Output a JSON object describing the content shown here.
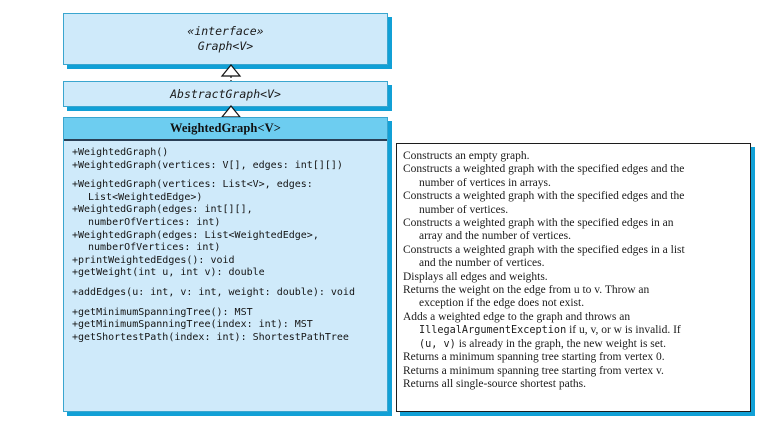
{
  "diagram": {
    "title": "WeightedGraph UML class diagram",
    "colors": {
      "box_fill": "#cfeafa",
      "header_fill": "#6dcdf0",
      "shadow": "#11a0d6",
      "box_border": "#3aa6cf",
      "panel_border": "#1c1c1c",
      "text": "#141414"
    }
  },
  "interface_box": {
    "stereotype": "«interface»",
    "name": "Graph<V>"
  },
  "abstract_box": {
    "name": "AbstractGraph<V>"
  },
  "class_box": {
    "title": "WeightedGraph<V>",
    "methods": [
      {
        "signature": "+WeightedGraph()",
        "continuation": ""
      },
      {
        "signature": "+WeightedGraph(vertices: V[], edges: int[][])",
        "continuation": ""
      },
      {
        "signature": "+WeightedGraph(vertices: List<V>, edges:",
        "continuation": "List<WeightedEdge>)"
      },
      {
        "signature": "+WeightedGraph(edges: int[][],",
        "continuation": "numberOfVertices: int)"
      },
      {
        "signature": "+WeightedGraph(edges: List<WeightedEdge>,",
        "continuation": "numberOfVertices: int)"
      },
      {
        "signature": "+printWeightedEdges(): void",
        "continuation": ""
      },
      {
        "signature": "+getWeight(int u, int v): double",
        "continuation": ""
      },
      {
        "signature": "+addEdges(u: int, v: int, weight: double): void",
        "continuation": ""
      },
      {
        "signature": "+getMinimumSpanningTree(): MST",
        "continuation": ""
      },
      {
        "signature": "+getMinimumSpanningTree(index: int): MST",
        "continuation": ""
      },
      {
        "signature": "+getShortestPath(index: int): ShortestPathTree",
        "continuation": ""
      }
    ]
  },
  "descriptions": [
    {
      "line1": "Constructs an empty graph.",
      "line2": "",
      "line3": ""
    },
    {
      "line1": "Constructs a weighted graph with the specified edges and the",
      "line2": "number of vertices in arrays.",
      "line3": ""
    },
    {
      "line1": "Constructs a weighted graph with the specified edges and the",
      "line2": "number of vertices.",
      "line3": ""
    },
    {
      "line1": "Constructs a weighted graph with the specified edges in an",
      "line2": "array and the number of vertices.",
      "line3": ""
    },
    {
      "line1": "Constructs a weighted graph with the specified edges in a list",
      "line2": "and the number of vertices.",
      "line3": ""
    },
    {
      "line1": "Displays all edges and weights.",
      "line2": "",
      "line3": ""
    },
    {
      "line1": "Returns the weight on the edge from u to v. Throw an",
      "line2": "exception if the edge does not exist.",
      "line3": ""
    },
    {
      "line1": "Adds a weighted edge to the graph and throws an",
      "line2_mono": "IllegalArgumentException",
      "line2_rest": " if u, v, or w is invalid. If",
      "line3_mono": "(u, v)",
      "line3_rest": " is already in the graph, the new weight is set."
    },
    {
      "line1": "Returns a minimum spanning tree starting from vertex 0.",
      "line2": "",
      "line3": ""
    },
    {
      "line1": "Returns a minimum spanning tree starting from vertex v.",
      "line2": "",
      "line3": ""
    },
    {
      "line1": "Returns all single-source shortest paths.",
      "line2": "",
      "line3": ""
    }
  ]
}
